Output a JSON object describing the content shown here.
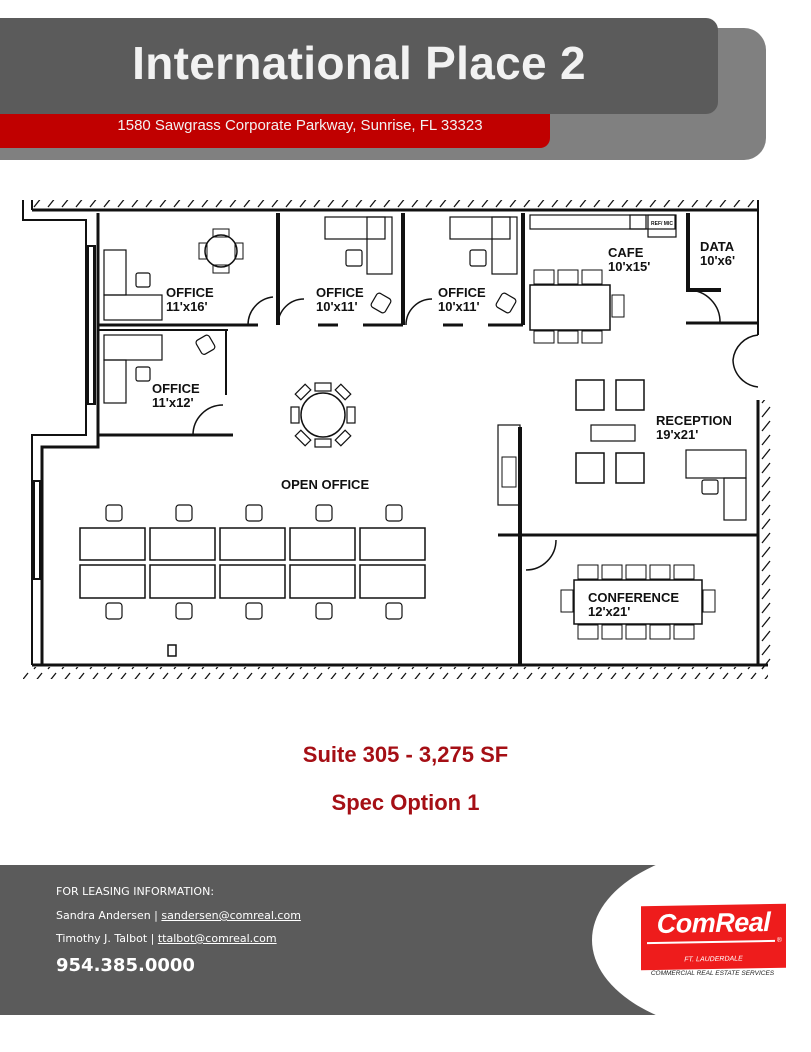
{
  "header": {
    "title": "International Place 2",
    "address": "1580 Sawgrass Corporate Parkway, Sunrise, FL 33323",
    "colors": {
      "dark": "#5b5b5b",
      "shadow": "#808080",
      "accent": "#c00000"
    }
  },
  "floor_plan": {
    "rooms": [
      {
        "name": "OFFICE",
        "size": "11'x16'"
      },
      {
        "name": "OFFICE",
        "size": "10'x11'"
      },
      {
        "name": "OFFICE",
        "size": "10'x11'"
      },
      {
        "name": "CAFE",
        "size": "10'x15'"
      },
      {
        "name": "DATA",
        "size": "10'x6'"
      },
      {
        "name": "OFFICE",
        "size": "11'x12'"
      },
      {
        "name": "RECEPTION",
        "size": "19'x21'"
      },
      {
        "name": "OPEN OFFICE",
        "size": ""
      },
      {
        "name": "CONFERENCE",
        "size": "12'x21'"
      }
    ],
    "cafe_label_small": "REF/ MIC"
  },
  "suite": {
    "line1": "Suite 305 - 3,275 SF",
    "line2": "Spec Option 1",
    "color": "#a50f15"
  },
  "footer": {
    "heading": "FOR LEASING INFORMATION:",
    "contacts": [
      {
        "name": "Sandra Andersen",
        "separator": " | ",
        "email": "sandersen@comreal.com"
      },
      {
        "name": "Timothy J. Talbot",
        "separator": " | ",
        "email": "ttalbot@comreal.com"
      }
    ],
    "phone": "954.385.0000"
  },
  "logo": {
    "name": "ComReal",
    "registered": "®",
    "city": "FT. LAUDERDALE",
    "tagline": "COMMERCIAL REAL ESTATE SERVICES",
    "color": "#ee1c1c"
  }
}
